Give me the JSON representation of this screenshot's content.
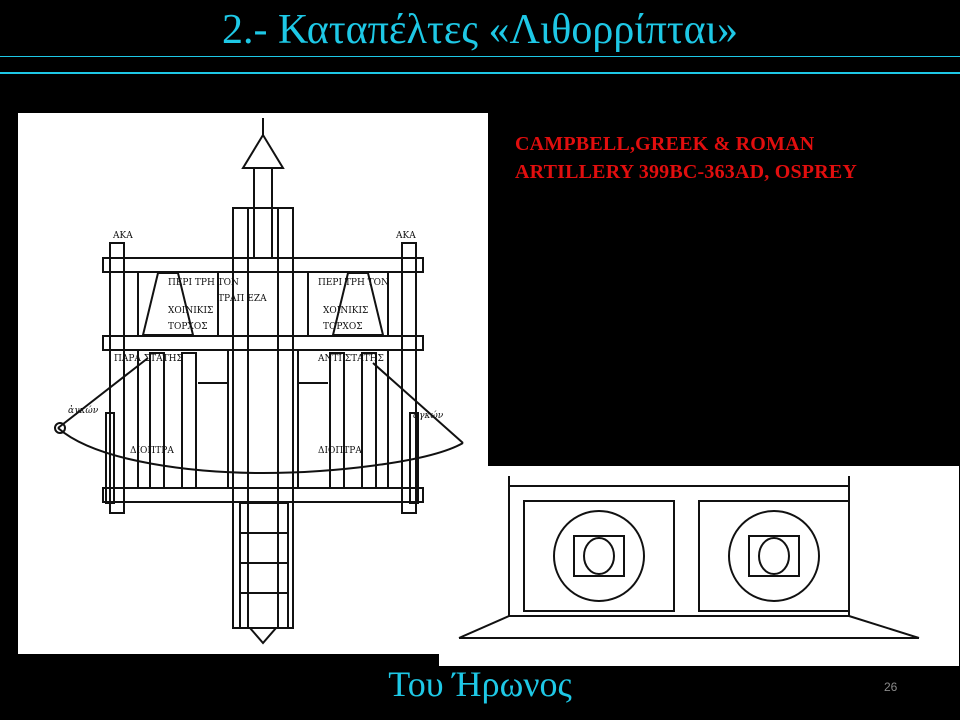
{
  "slide": {
    "title": "2.- Καταπέλτες «Λιθορρίπται»",
    "credit_line1": "CAMPBELL,GREEK & ROMAN",
    "credit_line2": "ARTILLERY 399BC-363AD, OSPREY",
    "caption": "Του Ήρωνος",
    "slide_number": "26"
  },
  "drawing_labels": {
    "aka_left": "ΑΚΑ",
    "aka_right": "ΑΚΑ",
    "peritreton_left": "ΠΕΡΙ ΤΡΗ ΤΟΝ",
    "peritreton_right": "ΠΕΡΙ ΤΡΗ ΤΟΝ",
    "trapeza": "ΤΡΑΠ ΕΖΑ",
    "choinikis_left": "ΧΟΙΝΙΚΙΣ",
    "choinikis_right": "ΧΟΙΝΙΚΙΣ",
    "torchos_left": "ΤΟΡΧΟΣ",
    "torchos_right": "ΤΟΡΧΟΣ",
    "parastatis_left": "ΠΑΡΑ ΣΤΑΤΗΣ",
    "antistatis_right": "ΑΝΤΙ ΣΤΑΤΗΣ",
    "agkon_left": "ἀγκών",
    "agkon_right": "ἀγκών",
    "dioptra_left": "ΔΙΟΠΤΡΑ",
    "dioptra_right": "ΔΙΟΠΤΡΑ"
  }
}
